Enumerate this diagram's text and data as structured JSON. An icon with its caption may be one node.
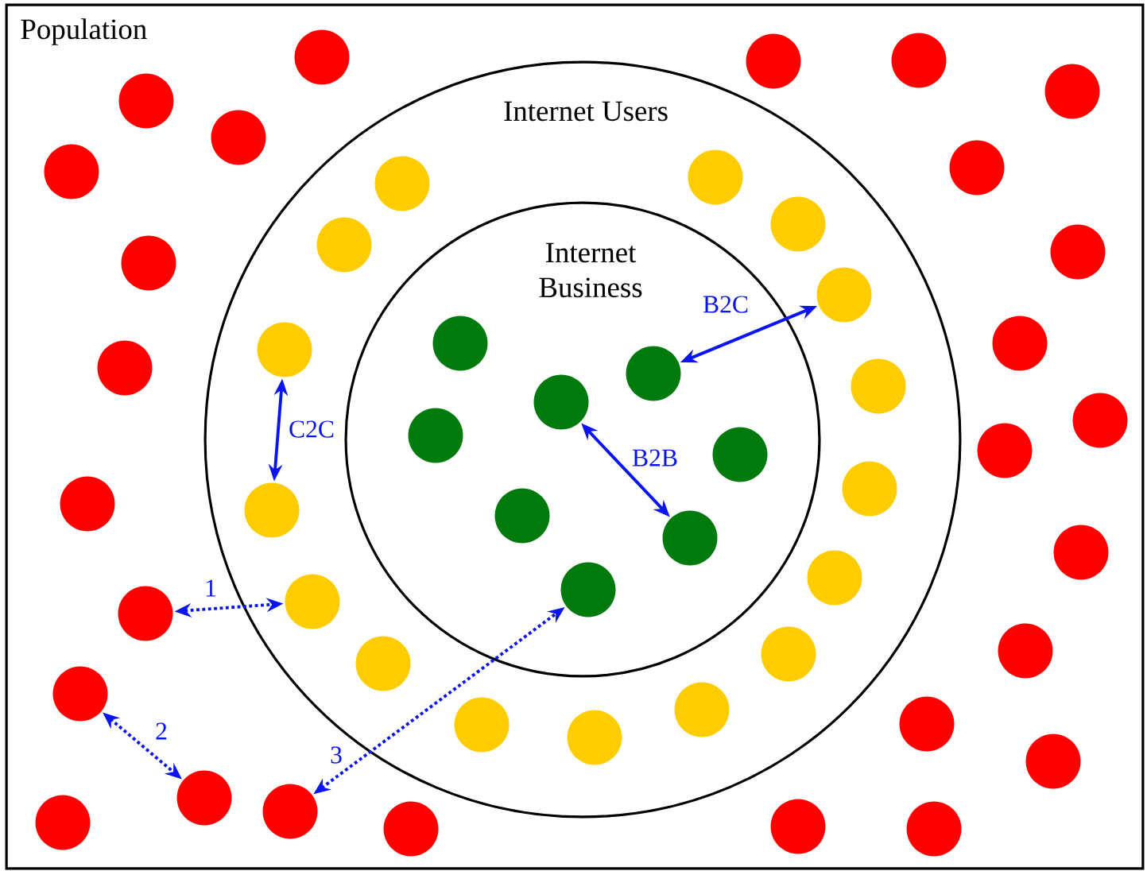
{
  "diagram": {
    "nodes": [
      {
        "text": [
          "Population"
        ]
      },
      {
        "text": [
          "Internet Users"
        ],
        "in": 0
      },
      {
        "text": [
          "Internet Business"
        ],
        "in": 1
      },
      {
        "text": [],
        "shape": "circle",
        "in": 0
      },
      {
        "text": [],
        "shape": "circle",
        "in": 0
      },
      {
        "text": [],
        "shape": "circle",
        "in": 0
      },
      {
        "text": [],
        "shape": "circle",
        "in": 0
      },
      {
        "text": [],
        "shape": "circle",
        "in": 0
      },
      {
        "text": [],
        "shape": "circle",
        "in": 0
      },
      {
        "text": [],
        "shape": "circle",
        "in": 0
      },
      {
        "text": [],
        "shape": "circle",
        "in": 0
      },
      {
        "text": [],
        "shape": "circle",
        "in": 0
      },
      {
        "text": [],
        "shape": "circle",
        "in": 0
      },
      {
        "text": [],
        "shape": "circle",
        "in": 0
      },
      {
        "text": [],
        "shape": "circle",
        "in": 0
      },
      {
        "text": [],
        "shape": "circle",
        "in": 0
      },
      {
        "text": [],
        "shape": "circle",
        "in": 0
      },
      {
        "text": [],
        "shape": "circle",
        "in": 0
      },
      {
        "text": [],
        "shape": "circle",
        "in": 0
      },
      {
        "text": [],
        "shape": "circle",
        "in": 0
      },
      {
        "text": [],
        "shape": "circle",
        "in": 0
      },
      {
        "text": [],
        "shape": "circle",
        "in": 0
      },
      {
        "text": [],
        "shape": "circle",
        "in": 0
      },
      {
        "text": [],
        "shape": "circle",
        "in": 0
      },
      {
        "text": [],
        "shape": "circle",
        "in": 0
      },
      {
        "text": [],
        "shape": "circle",
        "in": 0
      },
      {
        "text": [],
        "shape": "circle",
        "in": 0
      },
      {
        "text": [],
        "shape": "circle",
        "in": 0
      },
      {
        "text": [],
        "shape": "circle",
        "in": 0
      },
      {
        "text": [],
        "shape": "circle",
        "in": 0
      },
      {
        "text": [],
        "shape": "circle",
        "in": 1
      },
      {
        "text": [],
        "shape": "circle",
        "in": 1
      },
      {
        "text": [],
        "shape": "circle",
        "in": 1
      },
      {
        "text": [],
        "shape": "circle",
        "in": 1
      },
      {
        "text": [],
        "shape": "circle",
        "in": 1
      },
      {
        "text": [],
        "shape": "circle",
        "in": 1
      },
      {
        "text": [],
        "shape": "circle",
        "in": 1
      },
      {
        "text": [],
        "shape": "circle",
        "in": 1
      },
      {
        "text": [],
        "shape": "circle",
        "in": 1
      },
      {
        "text": [],
        "shape": "circle",
        "in": 1
      },
      {
        "text": [],
        "shape": "circle",
        "in": 1
      },
      {
        "text": [],
        "shape": "circle",
        "in": 1
      },
      {
        "text": [],
        "shape": "circle",
        "in": 1
      },
      {
        "text": [],
        "shape": "circle",
        "in": 1
      },
      {
        "text": [],
        "shape": "circle",
        "in": 1
      },
      {
        "text": [],
        "shape": "circle",
        "in": 1
      },
      {
        "text": [],
        "shape": "circle",
        "in": 2
      },
      {
        "text": [],
        "shape": "circle",
        "in": 2
      },
      {
        "text": [],
        "shape": "circle",
        "in": 2
      },
      {
        "text": [],
        "shape": "circle",
        "in": 2
      },
      {
        "text": [],
        "shape": "circle",
        "in": 2
      },
      {
        "text": [],
        "shape": "circle",
        "in": 2
      },
      {
        "text": [],
        "shape": "circle",
        "in": 2
      },
      {
        "text": [],
        "shape": "circle",
        "in": 2
      }
    ],
    "edges": [
      {
        "from": 32,
        "to": 33,
        "arrow": "both",
        "label": "C2C"
      },
      {
        "from": 49,
        "to": 43,
        "arrow": "both",
        "label": "B2C"
      },
      {
        "from": 48,
        "to": 52,
        "arrow": "both",
        "label": "B2B"
      },
      {
        "from": 10,
        "to": 34,
        "arrow": "both",
        "label": "1",
        "style": "dashed"
      },
      {
        "from": 11,
        "to": 12,
        "arrow": "both",
        "label": "2",
        "style": "dashed"
      },
      {
        "from": 13,
        "to": 53,
        "arrow": "both",
        "label": "3",
        "style": "dashed"
      }
    ]
  }
}
